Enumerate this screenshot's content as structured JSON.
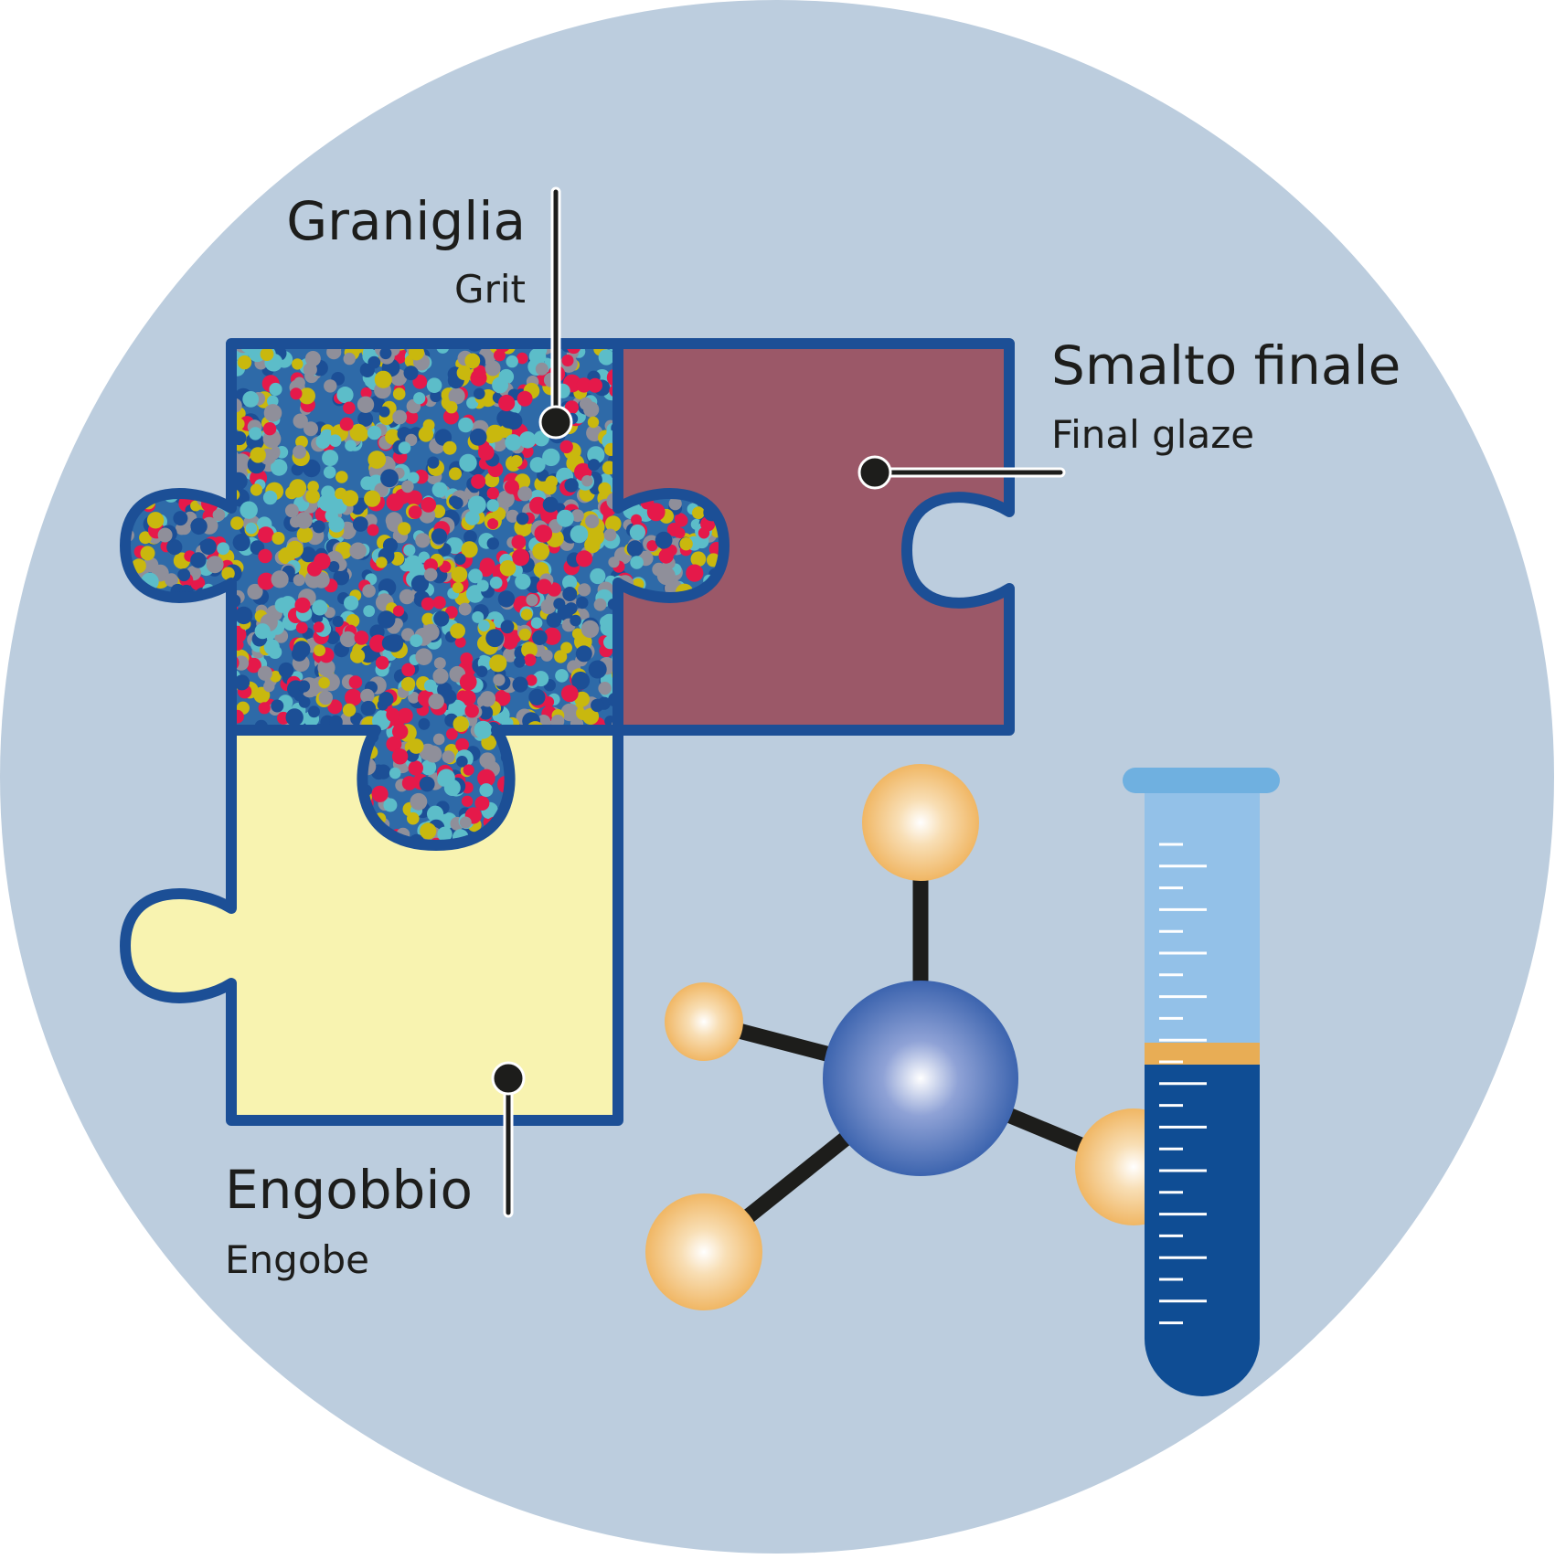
{
  "colors": {
    "background_circle": "#bccdde",
    "puzzle_outline": "#1c4f96",
    "grit_base": "#2e6aa8",
    "final_glaze": "#9b5868",
    "engobe": "#f8f3b0",
    "leader_line": "#1d1d1b",
    "molecule_center": "#2f5aa8",
    "molecule_atom": "#efb057",
    "molecule_bond": "#1d1d1b",
    "tube_cap": "#6fb0e0",
    "tube_light": "#93c1e8",
    "tube_dark": "#0f4d94",
    "tube_band": "#e8ad55",
    "grit_dot_colors": [
      "#e5194a",
      "#c9b80e",
      "#5cbdc9",
      "#8f8f9a",
      "#1c4f96"
    ]
  },
  "labels": {
    "grit": {
      "main": "Graniglia",
      "sub": "Grit"
    },
    "final_glaze": {
      "main": "Smalto finale",
      "sub": "Final glaze"
    },
    "engobe": {
      "main": "Engobbio",
      "sub": "Engobe"
    }
  },
  "icons": [
    "puzzle-pieces-icon",
    "molecule-icon",
    "test-tube-icon"
  ]
}
